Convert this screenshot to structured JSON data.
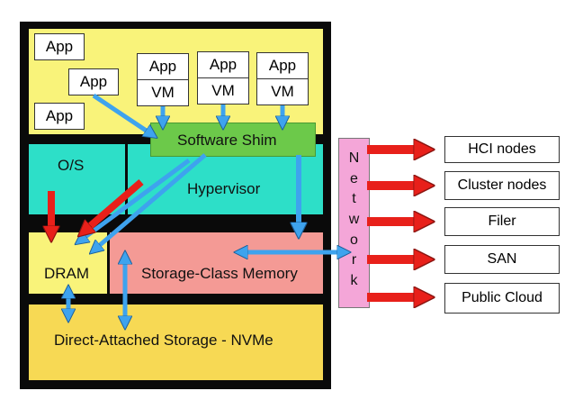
{
  "apps": {
    "app_a": "App",
    "app_b": "App",
    "app_c": "App"
  },
  "vm_stacks": [
    {
      "app": "App",
      "vm": "VM"
    },
    {
      "app": "App",
      "vm": "VM"
    },
    {
      "app": "App",
      "vm": "VM"
    }
  ],
  "layers": {
    "software_shim": "Software Shim",
    "os": "O/S",
    "hypervisor": "Hypervisor",
    "dram": "DRAM",
    "scm": "Storage-Class Memory",
    "das": "Direct-Attached Storage - NVMe"
  },
  "network_letters": [
    "N",
    "e",
    "t",
    "w",
    "o",
    "r",
    "k"
  ],
  "targets": [
    "HCI nodes",
    "Cluster nodes",
    "Filer",
    "SAN",
    "Public Cloud"
  ],
  "colors": {
    "frame": "#0a0a0a",
    "yellow": "#f9f37a",
    "gold": "#f7d954",
    "shim": "#6cc94a",
    "teal": "#2ddfc8",
    "salmon": "#f49a95",
    "network": "#f4a6d8",
    "blue_arrow": "#3ea3ee",
    "red_arrow": "#e8201a"
  }
}
